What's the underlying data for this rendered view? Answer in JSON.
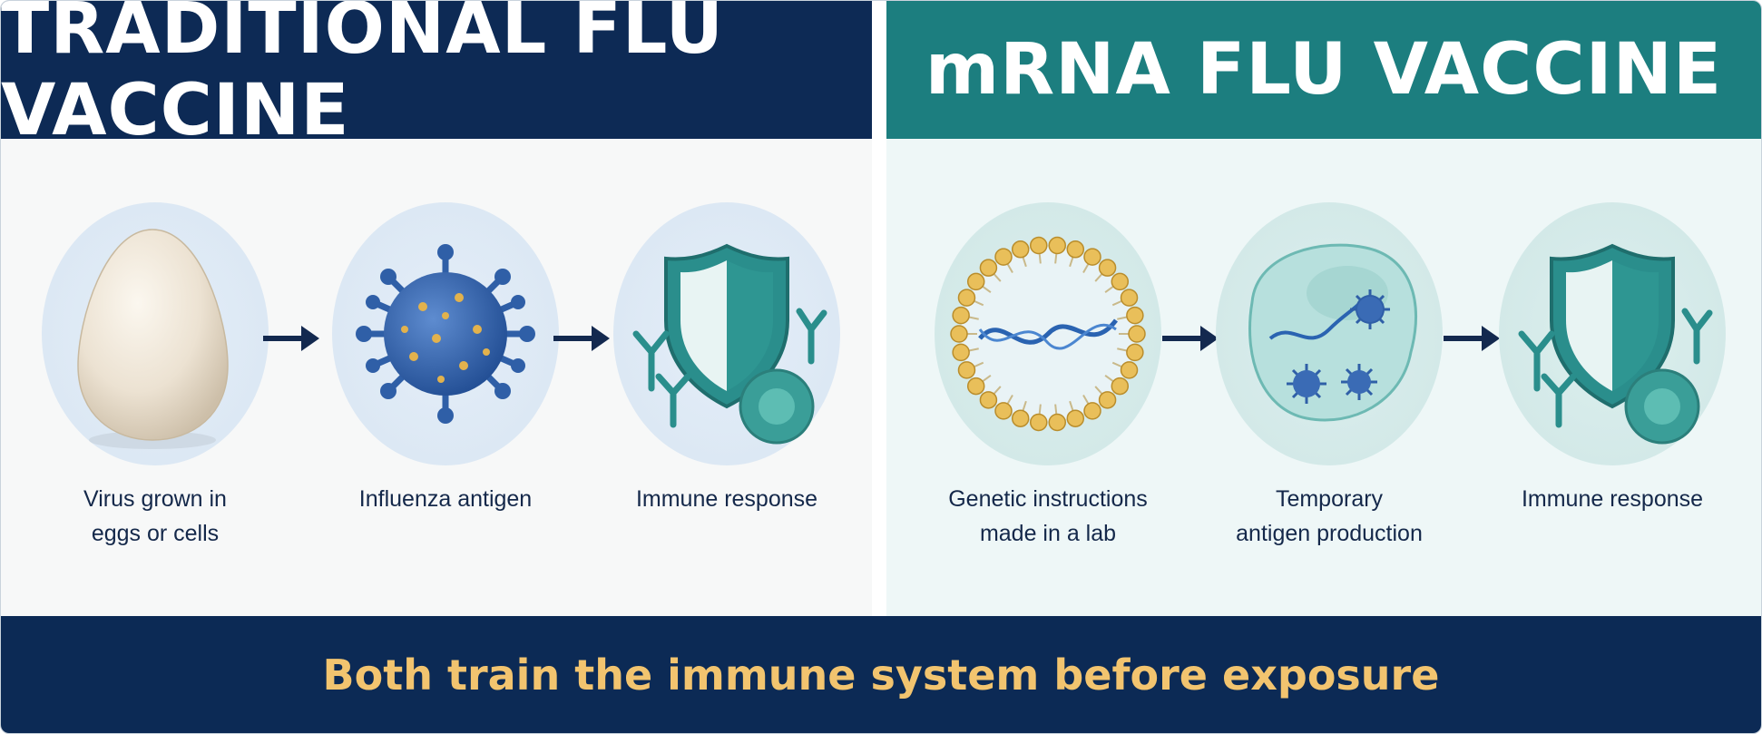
{
  "traditional": {
    "title": "TRADITIONAL FLU VACCINE",
    "steps": [
      {
        "line1": "Virus grown in",
        "line2": "eggs or cells",
        "icon": "egg-icon"
      },
      {
        "line1": "Influenza antigen",
        "line2": "",
        "icon": "virus-icon"
      },
      {
        "line1": "Immune response",
        "line2": "",
        "icon": "shield-icon"
      }
    ]
  },
  "mrna": {
    "title": "mRNA FLU VACCINE",
    "steps": [
      {
        "line1": "Genetic instructions",
        "line2": "made in a lab",
        "icon": "lipid-nanoparticle-icon"
      },
      {
        "line1": "Temporary",
        "line2": "antigen production",
        "icon": "cell-icon"
      },
      {
        "line1": "Immune response",
        "line2": "",
        "icon": "shield-icon"
      }
    ]
  },
  "footer": {
    "text": "Both train the immune system before exposure"
  },
  "colors": {
    "navy": "#0d2a55",
    "teal": "#1c7e7f",
    "gold": "#f2c46f",
    "virus_blue": "#2f5fa7",
    "shield_teal": "#1f8585"
  }
}
